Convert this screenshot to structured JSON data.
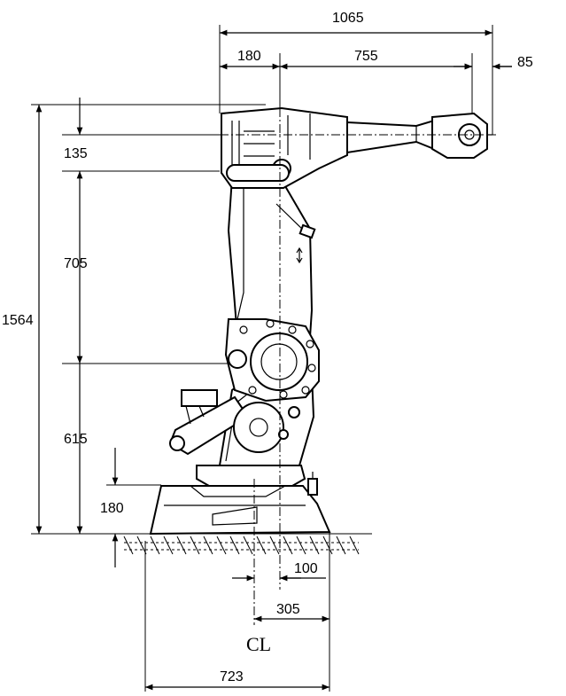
{
  "dimensions": {
    "total_reach": "1065",
    "upper_offset": "180",
    "arm_length": "755",
    "wrist_offset": "85",
    "total_height": "1564",
    "arm_offset": "135",
    "upper_arm": "705",
    "lower_height": "615",
    "base_height": "180",
    "axis_offset": "100",
    "base_half": "305",
    "base_width": "723"
  },
  "centerline_label": "CL",
  "colors": {
    "line": "#000000",
    "background": "#ffffff"
  }
}
